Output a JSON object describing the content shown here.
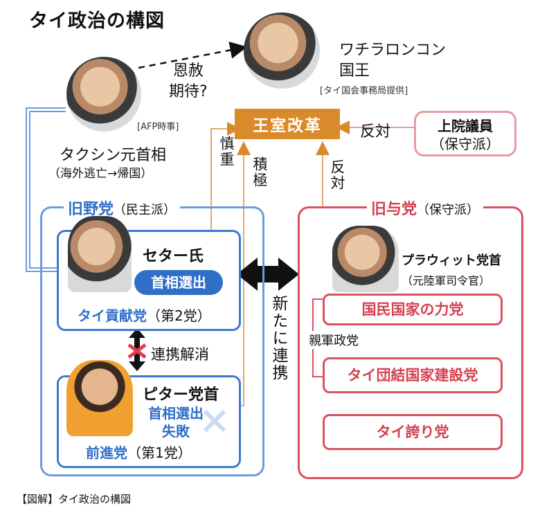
{
  "title": "タイ政治の構図",
  "king": {
    "name_line1": "ワチラロンコン",
    "name_line2": "国王",
    "credit": "[タイ国会事務局提供]"
  },
  "thaksin": {
    "credit": "[AFP時事]",
    "name": "タクシン元首相",
    "note": "（海外逃亡→帰国）",
    "pardon_line1": "恩赦",
    "pardon_line2": "期待?"
  },
  "royal_reform": "王室改革",
  "senate": {
    "line1": "上院議員",
    "line2": "（保守派）"
  },
  "labels": {
    "oppose_senate": "反対",
    "cautious": "慎重",
    "positive": "積極",
    "oppose_ruling": "反対",
    "new_alliance": "新たに連携",
    "dissolve": "連携解消",
    "pro_military": "親軍政党"
  },
  "former_opposition": {
    "label": "旧野党",
    "sub": "（民主派）",
    "srettha": {
      "name": "セター氏",
      "pill": "首相選出",
      "party": "タイ貢献党",
      "party_note": "（第2党）"
    },
    "pita": {
      "name": "ピター党首",
      "result_line1": "首相選出",
      "result_line2": "失敗",
      "party": "前進党",
      "party_note": "（第1党）"
    }
  },
  "former_ruling": {
    "label": "旧与党",
    "sub": "（保守派）",
    "prawit": {
      "name": "プラウィット党首",
      "title": "（元陸軍司令官）"
    },
    "parties": [
      "国民国家の力党",
      "タイ団結国家建設党",
      "タイ誇り党"
    ]
  },
  "footer": "【図解】タイ政治の構図",
  "colors": {
    "blue": "#2f6fc8",
    "red": "#d3404f",
    "gold": "#d98a2b",
    "light_blue": "#6d9bd8"
  }
}
